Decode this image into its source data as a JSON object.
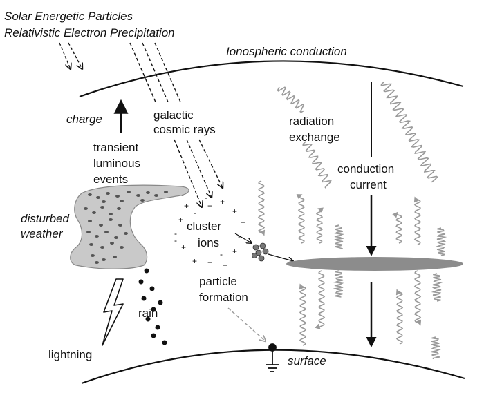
{
  "labels": {
    "sep": "Solar Energetic Particles",
    "rep": "Relativistic Electron Precipitation",
    "ionosphere": "Ionospheric conduction",
    "charge": "charge",
    "gcr_line1": "galactic",
    "gcr_line2": "cosmic rays",
    "tle_line1": "transient",
    "tle_line2": "luminous",
    "tle_line3": "events",
    "radiation_line1": "radiation",
    "radiation_line2": "exchange",
    "conduction_line1": "conduction",
    "conduction_line2": "current",
    "disturbed_line1": "disturbed",
    "disturbed_line2": "weather",
    "cluster_line1": "cluster",
    "cluster_line2": "ions",
    "particle_line1": "particle",
    "particle_line2": "formation",
    "rain": "rain",
    "lightning": "lightning",
    "surface": "surface"
  },
  "colors": {
    "ink": "#111111",
    "cloud_fill": "#c9c9c9",
    "cloud_dark": "#555555",
    "wave_gray": "#9a9a9a",
    "layer_gray": "#8c8c8c",
    "dashed_gray": "#9a9a9a"
  }
}
